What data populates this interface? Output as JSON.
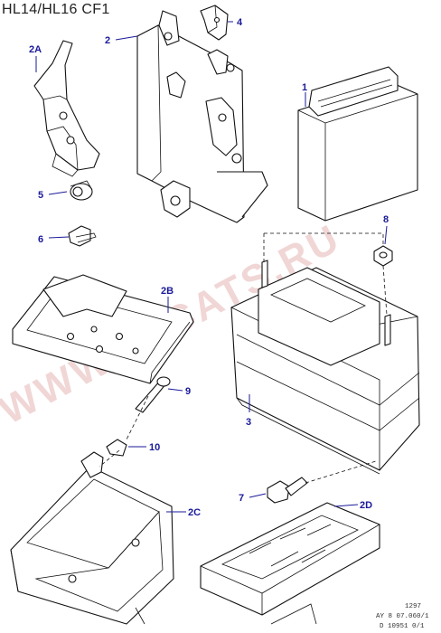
{
  "title": "HL14/HL16 CF1",
  "callouts": {
    "c1": "1",
    "c2": "2",
    "c2a": "2A",
    "c2b": "2B",
    "c2c": "2C",
    "c2d": "2D",
    "c3": "3",
    "c4": "4",
    "c5": "5",
    "c6": "6",
    "c7": "7",
    "c8": "8",
    "c9": "9",
    "c10": "10"
  },
  "reference": {
    "line1": "1297",
    "line2": "AY 8 07.060/1",
    "line3": "D 10951 0/1"
  },
  "watermark": "WWW.LLCATS.RU",
  "colors": {
    "callout": "#1a1a9a",
    "line": "#111111",
    "watermark": "#f1d6d6"
  }
}
